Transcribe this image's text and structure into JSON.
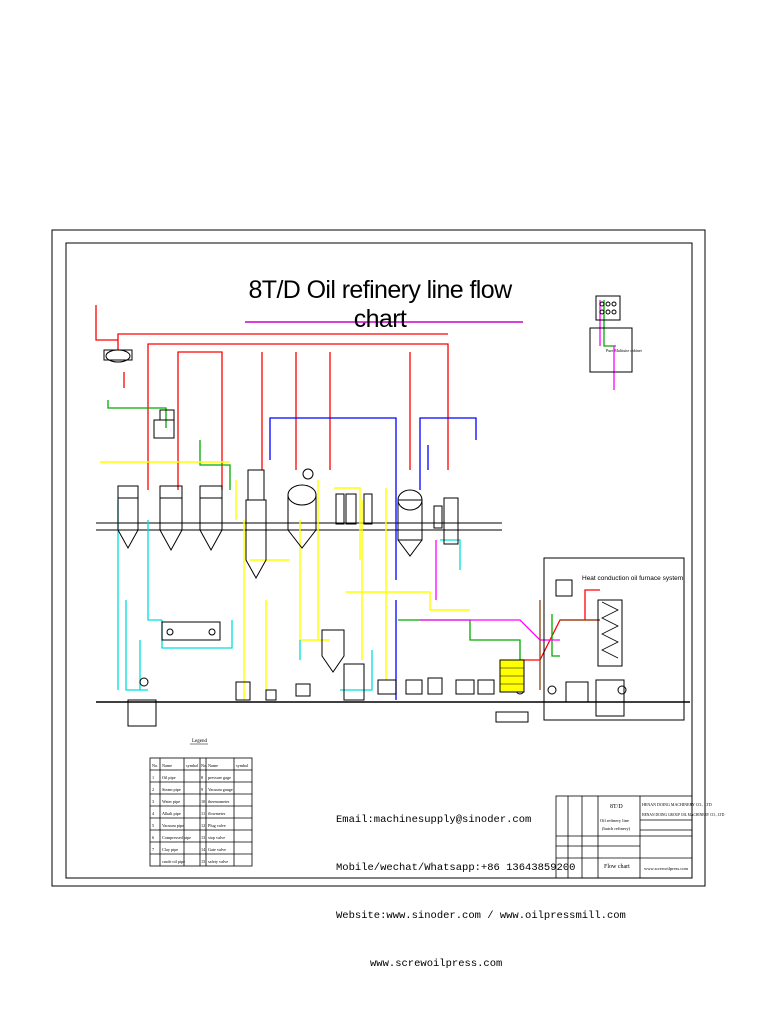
{
  "title": "8T/D Oil refinery line flow chart",
  "heat_system_label": "Heat conduction oil furnace system",
  "cooling_tower_label": "Pure Multiuite cabinet",
  "legend": {
    "title": "Legend",
    "headers": [
      "No.",
      "Name",
      "symbol",
      "No.",
      "Name",
      "symbol"
    ],
    "rows": [
      [
        "1",
        "Oil pipe",
        "8",
        "pressure gage"
      ],
      [
        "2",
        "Steam pipe",
        "9",
        "Vacuum gauge"
      ],
      [
        "3",
        "Water pipe",
        "10",
        "thermometer"
      ],
      [
        "4",
        "Alkali pipe",
        "11",
        "flowmeter"
      ],
      [
        "5",
        "Vacuum pipe",
        "12",
        "Plug valve"
      ],
      [
        "6",
        "Compressed pipe",
        "13",
        "stop valve"
      ],
      [
        "7",
        "Clay pipe",
        "14",
        "Gate valve"
      ],
      [
        "",
        "crude oil pipe",
        "15",
        "safety valve"
      ]
    ]
  },
  "contact": {
    "email": "Email:machinesupply@sinoder.com",
    "mobile": "Mobile/wechat/Whatsapp:+86 13643859200",
    "website": "Website:www.sinoder.com / www.oilpressmill.com",
    "website2": "www.screwoilpress.com"
  },
  "title_block": {
    "capacity": "8T/D",
    "product": "Oil refinery line",
    "product_sub": "(batch refinery)",
    "company": "HENAN DOING MACHINERY CO., LTD",
    "company2": "HENAN DOING GROUP OIL MACHINERY CO., LTD",
    "drawing_name": "Flow chart",
    "site": "www.screwoilpress.com"
  },
  "colors": {
    "oil": "#ff0000",
    "steam": "#ff0000",
    "water": "#00ffff",
    "alkali": "#ffff00",
    "vacuum": "#0000ff",
    "compressed": "#008000",
    "clay": "#ff00ff",
    "brown": "#8b4513"
  }
}
